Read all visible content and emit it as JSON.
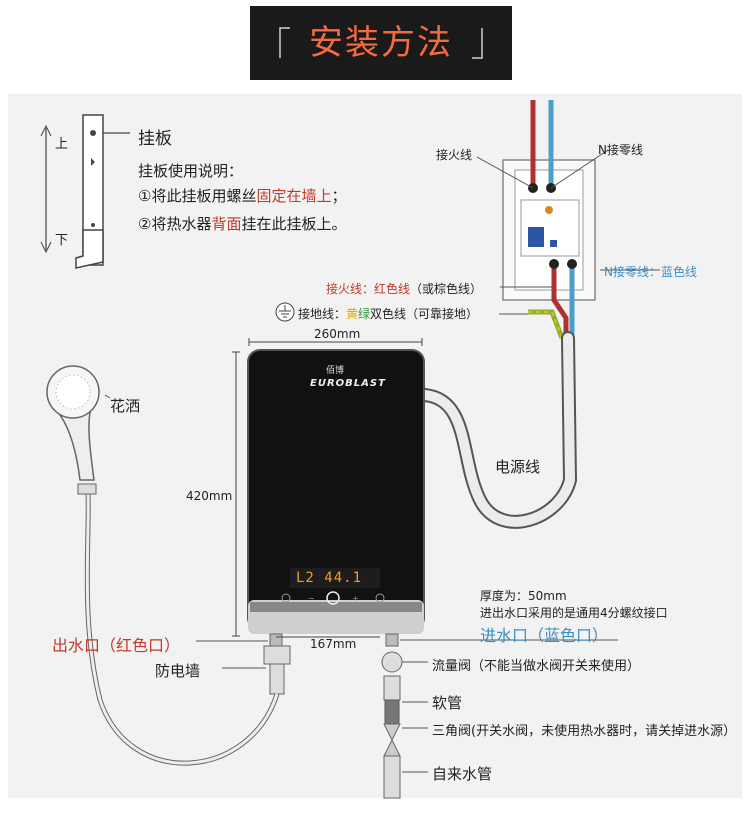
{
  "title": "安装方法",
  "bracket": {
    "up": "上",
    "down": "下",
    "label": "挂板"
  },
  "instructions": {
    "heading": "挂板使用说明：",
    "line1_a": "①将此挂板用螺丝",
    "line1_b": "固定在墙上",
    "line1_c": "；",
    "line2_a": "②将热水器",
    "line2_b": "背面",
    "line2_c": "挂在此挂板上。"
  },
  "wiring": {
    "live_top": "接火线",
    "neutral_top": "N接零线",
    "neutral_blue": "N接零线：蓝色线",
    "live_label_a": "接火线：红色线",
    "live_label_b": "（或棕色线）",
    "ground_a": "接地线：",
    "ground_yellow": "黄",
    "ground_green": "绿",
    "ground_b": "双色线（可靠接地）"
  },
  "heater": {
    "brand": "EUROBLAST",
    "brand_cn": "佰博",
    "display": "L2 44.1",
    "width": "260mm",
    "height": "420mm",
    "bottom_width": "167mm"
  },
  "labels": {
    "shower": "花洒",
    "power_cord": "电源线",
    "thickness": "厚度为：50mm",
    "thread": "进出水口采用的是通用4分螺纹接口",
    "outlet": "出水口（红色口）",
    "inlet": "进水口（蓝色口）",
    "anti_shock": "防电墙",
    "flow_valve": "流量阀（不能当做水阀开关来使用）",
    "hose": "软管",
    "angle_valve": "三角阀(开关水阀，未使用热水器时，请关掉进水源）",
    "tap_pipe": "自来水管"
  }
}
